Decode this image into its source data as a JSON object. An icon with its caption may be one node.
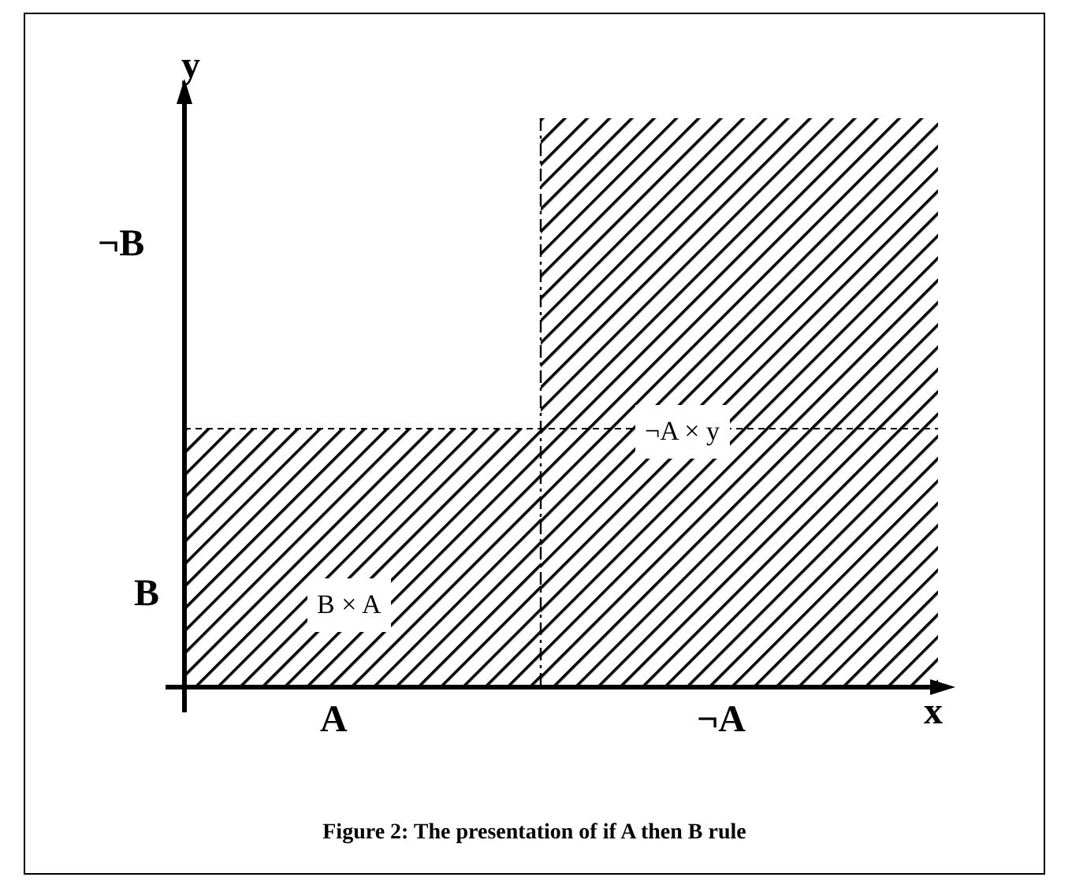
{
  "diagram": {
    "caption": "Figure 2: The presentation of if A then B rule",
    "nodes": [
      {
        "text": [
          "B × A"
        ]
      },
      {
        "text": [
          "¬A × y"
        ]
      }
    ],
    "labels": [
      "y",
      "¬B",
      "B",
      "x",
      "A",
      "¬A"
    ]
  }
}
